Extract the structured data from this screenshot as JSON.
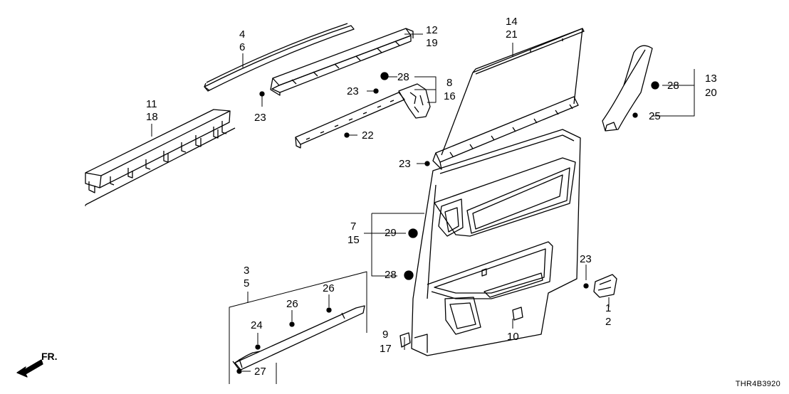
{
  "callouts": {
    "c4": "4",
    "c6": "6",
    "c12": "12",
    "c19": "19",
    "c14": "14",
    "c21": "21",
    "c11": "11",
    "c18": "18",
    "c28a": "28",
    "c8": "8",
    "c16": "16",
    "c23a": "23",
    "c23b": "23",
    "c22": "22",
    "c13": "13",
    "c20": "20",
    "c28b": "28",
    "c25": "25",
    "c23c": "23",
    "c7": "7",
    "c15": "15",
    "c29": "29",
    "c28c": "28",
    "c3": "3",
    "c5": "5",
    "c26a": "26",
    "c26b": "26",
    "c24": "24",
    "c27": "27",
    "c9": "9",
    "c17": "17",
    "c10": "10",
    "c23d": "23",
    "c1": "1",
    "c2": "2"
  },
  "direction_label": "FR.",
  "diagram_code": "THR4B3920"
}
